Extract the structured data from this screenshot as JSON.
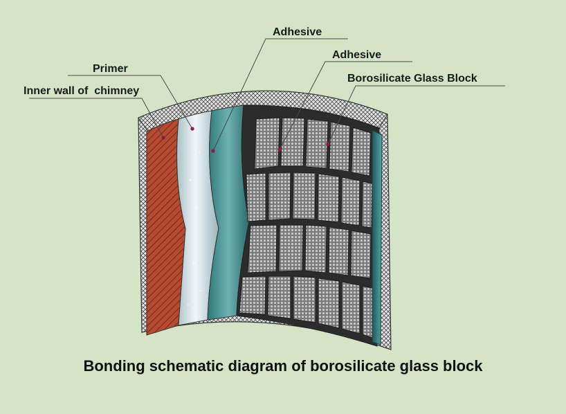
{
  "callouts": {
    "adhesive_outer": "Adhesive",
    "adhesive_inner": "Adhesive",
    "primer": "Primer",
    "inner_wall": "Inner wall of  chimney",
    "glass_block": "Borosilicate Glass Block"
  },
  "caption": "Bonding schematic diagram of borosilicate glass block",
  "colors": {
    "background": "#d5e3c6",
    "brick": "#b44a30",
    "primer": "#c9dadd",
    "adhesive": "#3f8f8f",
    "glass_block": "#6a6a6a",
    "outer_shell": "#e8e8e8",
    "marker": "#8a1c4a"
  }
}
